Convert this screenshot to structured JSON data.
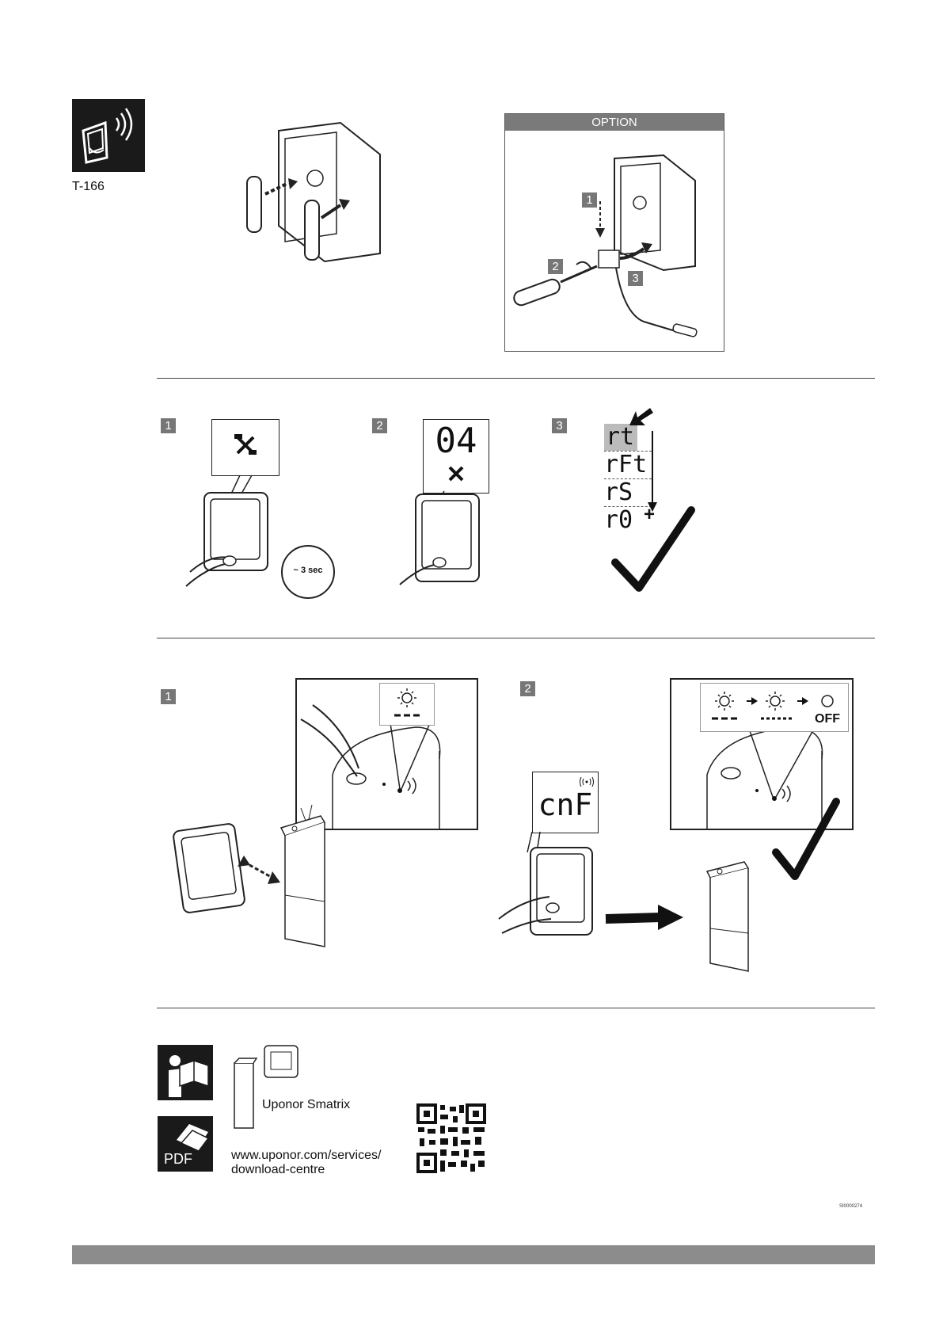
{
  "header": {
    "device_code": "T-166"
  },
  "install": {
    "option_label": "OPTION",
    "option_steps": [
      "1",
      "2",
      "3"
    ]
  },
  "configure": {
    "steps": [
      "1",
      "2",
      "3"
    ],
    "hold_time_label": "~ 3 sec",
    "display_value": "04",
    "menu_codes": [
      "rt",
      "rFt",
      "rS",
      "r0"
    ],
    "plus_sign": "+"
  },
  "register": {
    "steps": [
      "1",
      "2"
    ],
    "display_code": "cnF",
    "led_off_label": "OFF"
  },
  "footer": {
    "product_name": "Uponor Smatrix",
    "pdf_label": "PDF",
    "url_line1": "www.uponor.com/services/",
    "url_line2": "download-centre",
    "doc_id": "SI0000274"
  },
  "icons": {
    "device_icon": "thermostat-wireless-icon",
    "manual_icon": "reading-manual-icon",
    "pdf_icon": "pdf-book-icon",
    "tools_icon": "tools-icon",
    "check_icon": "checkmark-icon",
    "qr_icon": "qr-code-icon"
  },
  "colors": {
    "icon_bg": "#1a1a1a",
    "step_badge": "#777777",
    "option_bar": "#7a7a7a",
    "bottom_bar": "#8c8c8c"
  }
}
